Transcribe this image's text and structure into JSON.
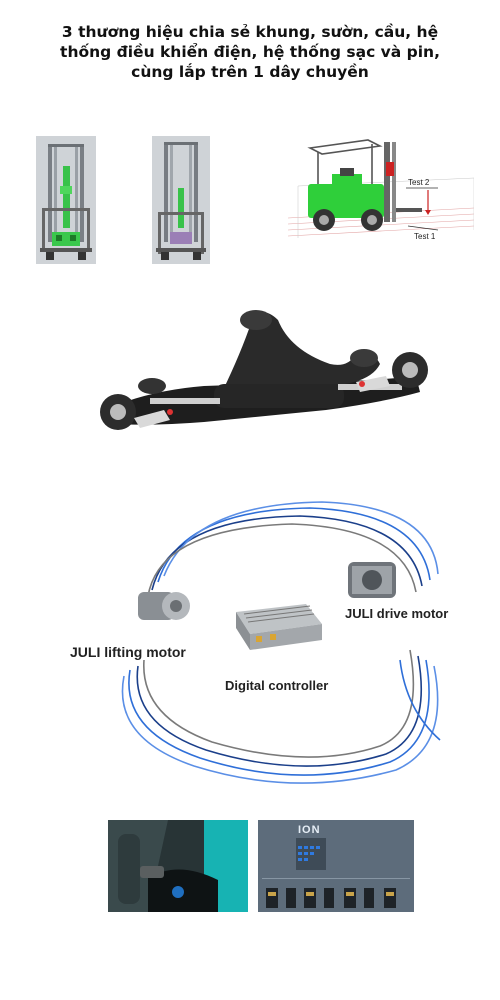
{
  "title": {
    "line1": "3 thương hiệu chia sẻ khung, sườn, cầu, hệ",
    "line2": "thống điều khiển điện, hệ thống sạc và pin,",
    "line3": "cùng lắp trên 1 dây chuyền"
  },
  "test_labels": {
    "test2": "Test 2",
    "test1": "Test 1"
  },
  "components": {
    "lifting_motor": "JULI lifting motor",
    "drive_motor": "JULI drive motor",
    "controller": "Digital controller"
  },
  "ion_panel": {
    "brand": "ION"
  },
  "colors": {
    "frame_green": "#2fcf3a",
    "axle_black": "#1e1e1e",
    "cable_blue": "#2f6fd8",
    "panel_slate": "#5d6c7b"
  }
}
